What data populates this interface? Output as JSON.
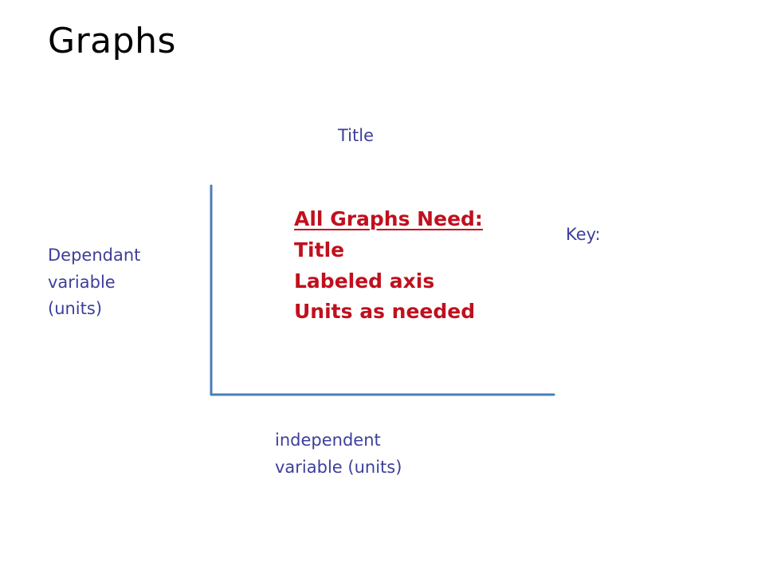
{
  "slide": {
    "title": "Graphs"
  },
  "diagram": {
    "graph_title_label": "Title",
    "key_label": "Key:",
    "y_axis_label_lines": [
      "Dependant",
      "variable",
      "(units)"
    ],
    "x_axis_label_lines": [
      "independent",
      "variable (units)"
    ],
    "axis_color": "#4a7ebb"
  },
  "requirements": {
    "heading": "All Graphs Need:",
    "items": [
      "Title",
      "Labeled axis",
      "Units as needed"
    ],
    "color": "#c0101e"
  }
}
